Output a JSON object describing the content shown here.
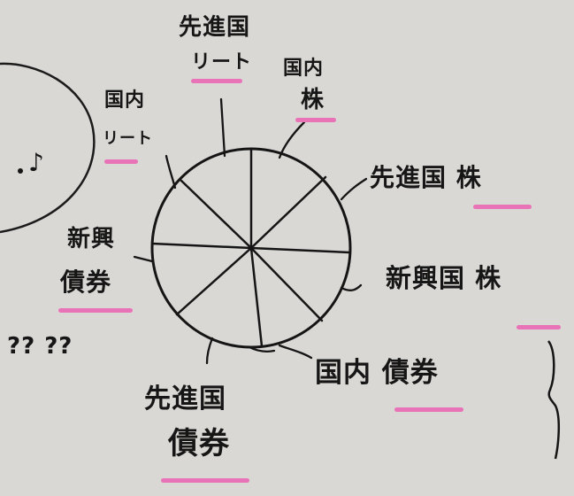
{
  "sketch": {
    "chart_labels": {
      "developed_reit_line1": "先進国",
      "developed_reit_line2": "リート",
      "domestic_stock_line1": "国内",
      "domestic_stock_line2": "株",
      "domestic_reit_line1": "国内",
      "domestic_reit_line2": "リート",
      "developed_stock": "先進国 株",
      "emerging_bond_line1": "新興",
      "emerging_bond_line2": "債券",
      "emerging_stock": "新興国 株",
      "domestic_bond": "国内 債券",
      "developed_bond_line1": "先進国",
      "developed_bond_line2": "債券"
    },
    "side_text": {
      "music_note": "♪",
      "question_marks": "?? ??"
    },
    "colors": {
      "paper": "#d9d8d4",
      "ink": "#161616",
      "highlighter": "#e873b6"
    }
  }
}
